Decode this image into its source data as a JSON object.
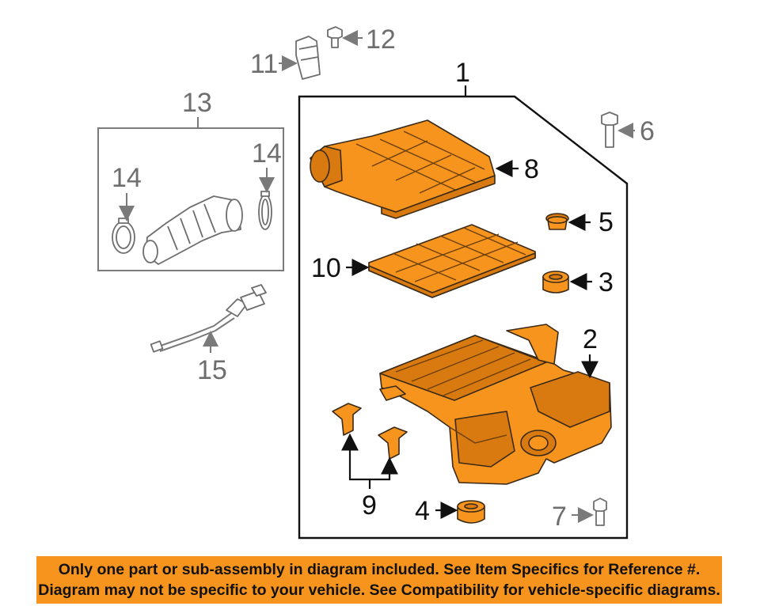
{
  "callouts": {
    "c1": "1",
    "c2": "2",
    "c3": "3",
    "c4": "4",
    "c5": "5",
    "c6": "6",
    "c7": "7",
    "c8": "8",
    "c9": "9",
    "c10": "10",
    "c11": "11",
    "c12": "12",
    "c13": "13",
    "c14a": "14",
    "c14b": "14",
    "c15": "15"
  },
  "notice": {
    "line1": "Only one part or sub-assembly in diagram included. See Item Specifics for Reference #.",
    "line2": "Diagram may not be specific to your vehicle. See Compatibility for vehicle-specific diagrams."
  },
  "colors": {
    "highlight": "#f7941d",
    "outline_gray": "#7a7a7a",
    "text": "#111111"
  }
}
